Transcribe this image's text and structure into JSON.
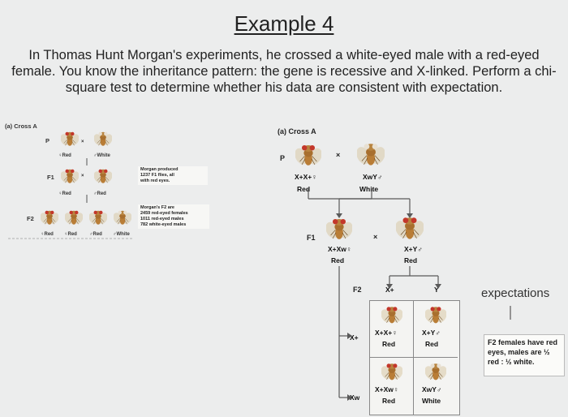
{
  "slide": {
    "title": "Example 4",
    "paragraph": "In Thomas Hunt Morgan's experiments, he crossed a white-eyed male with a red-eyed female. You know the inheritance pattern: the gene is recessive and X-linked. Perform a chi-square test to determine whether his data are consistent with expectation."
  },
  "left_panel": {
    "heading": "(a) Cross A",
    "p_label": "P",
    "f1_label": "F1",
    "f2_label": "F2",
    "cross_symbol": "×",
    "p_female": "♀Red",
    "p_male": "♂White",
    "f1_female": "♀Red",
    "f1_male": "♂Red",
    "f2_labels": [
      "♀Red",
      "♀Red",
      "♂Red",
      "♂White"
    ],
    "note1": [
      "Morgan produced",
      "1237 F1 flies, all",
      "with red eyes."
    ],
    "note2": [
      "Morgan's F2 are",
      "2459 red-eyed females",
      "1011 red-eyed males",
      "782 white-eyed males"
    ]
  },
  "right_panel": {
    "heading": "(a) Cross A",
    "p_label": "P",
    "f1_label": "F1",
    "f2_label": "F2",
    "cross_symbol": "×",
    "p_female_geno": "X+X+♀",
    "p_female_pheno": "Red",
    "p_male_geno": "XwY♂",
    "p_male_pheno": "White",
    "f1_female_geno": "X+Xw♀",
    "f1_female_pheno": "Red",
    "f1_male_geno": "X+Y♂",
    "f1_male_pheno": "Red",
    "col_header_1": "X+",
    "col_header_2": "Y",
    "row_header_1": "X+",
    "row_header_2": "Xw",
    "cells": [
      {
        "geno": "X+X+♀",
        "pheno": "Red"
      },
      {
        "geno": "X+Y♂",
        "pheno": "Red"
      },
      {
        "geno": "X+Xw♀",
        "pheno": "Red"
      },
      {
        "geno": "XwY♂",
        "pheno": "White"
      }
    ]
  },
  "annotations": {
    "expectations": "expectations",
    "arrow": "↓",
    "note": "F2 females have red eyes, males are ½ red : ½ white."
  },
  "colors": {
    "fly_red_eye": "#c3372a",
    "fly_white_eye": "#e8e0d2",
    "fly_body": "#c58a3a",
    "line": "#5a5a5a"
  }
}
